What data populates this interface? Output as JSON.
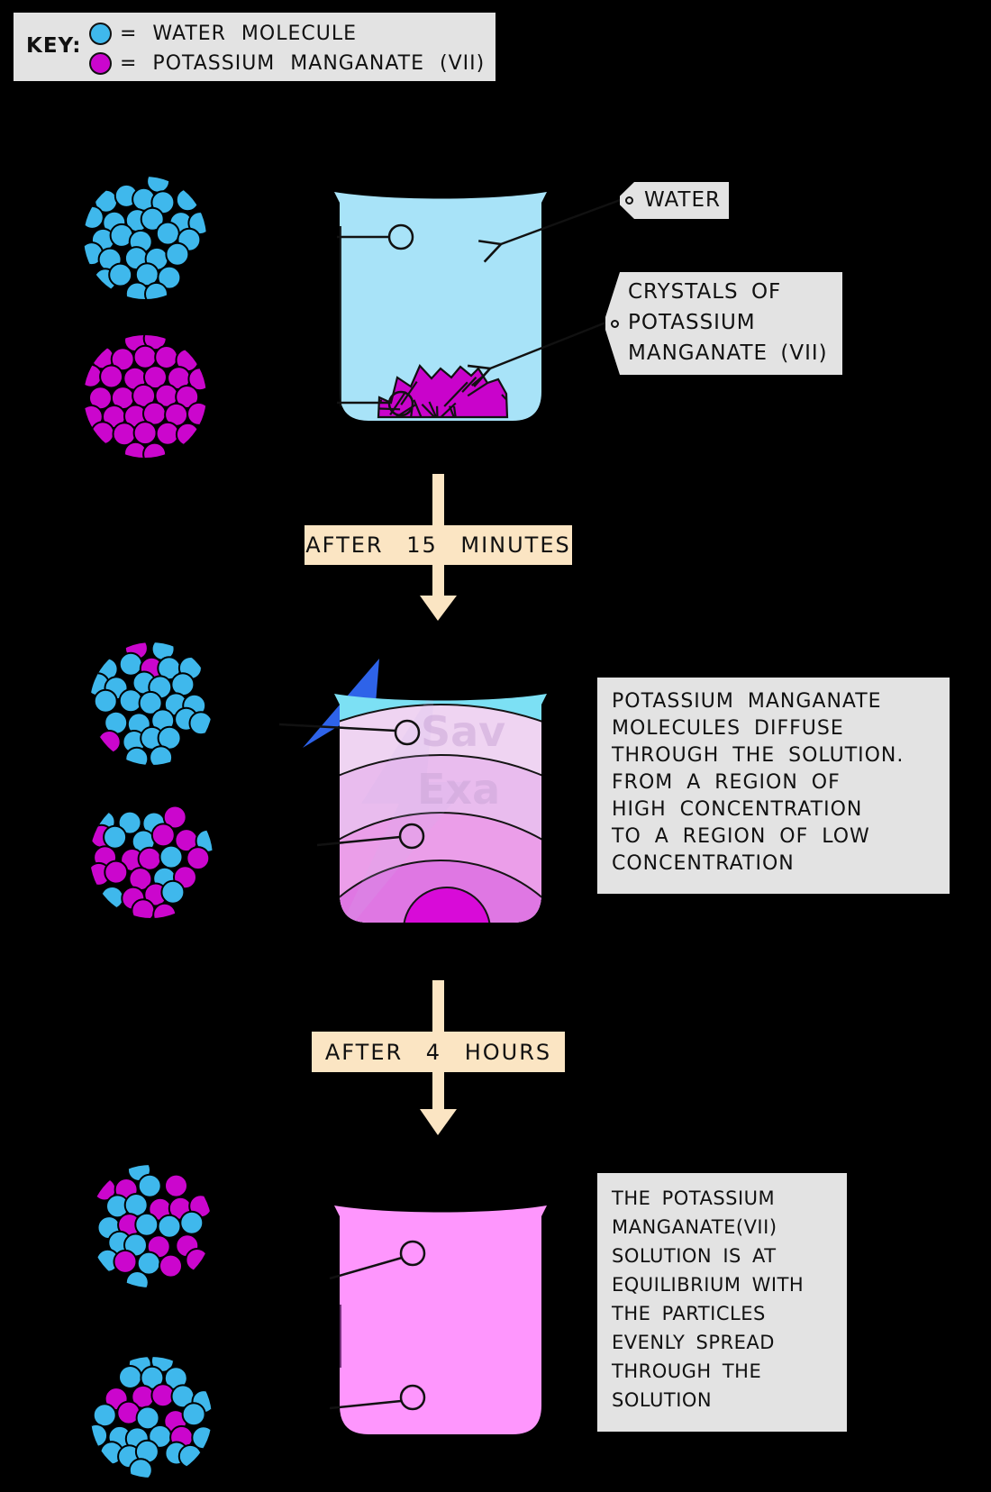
{
  "key": {
    "title": "KEY:",
    "items": [
      {
        "name": "water-molecule",
        "label": "= WATER MOLECULE"
      },
      {
        "name": "potassium-manganate",
        "label": "= POTASSIUM MANGANATE (VII)"
      }
    ]
  },
  "stage1": {
    "water_tag": "WATER",
    "crystals_tag": "CRYSTALS OF\nPOTASSIUM\nMANGANATE (VII)"
  },
  "steps": [
    {
      "label": "AFTER 15 MINUTES"
    },
    {
      "label": "AFTER 4 HOURS"
    }
  ],
  "stage2": {
    "description": "POTASSIUM MANGANATE\nMOLECULES DIFFUSE\nTHROUGH THE SOLUTION.\nFROM A REGION OF\nHIGH CONCENTRATION\nTO A REGION OF LOW\nCONCENTRATION",
    "watermark_line1": "Sav",
    "watermark_line2": "Exa"
  },
  "stage3": {
    "description": "THE POTASSIUM\nMANGANATE(VII)\nSOLUTION IS AT\nEQUILIBRIUM WITH\nTHE PARTICLES\nEVENLY SPREAD\nTHROUGH THE\nSOLUTION"
  },
  "colors": {
    "background": "#000000",
    "panel_gray": "#E3E3E3",
    "ink": "#111111",
    "water_molecule": "#3FB8EC",
    "manganate": "#CB06CD",
    "water_fill": "#A8E3F8",
    "beaker2_surface": "#7CE0F4",
    "diffusion_bands": [
      "#EFD4F2",
      "#E9BCEE",
      "#EB9EE9",
      "#DF77E3",
      "#D80BD8"
    ],
    "crystal": "#C903CB",
    "solution_pink": "#FE96FD",
    "step_peach": "#FBE5C3",
    "bolt_blue": "#2E63E9"
  },
  "molecule_circles": [
    {
      "name": "pure-water",
      "magenta_fraction": 0,
      "seed": 7,
      "jitter": 5
    },
    {
      "name": "pure-manganate",
      "magenta_fraction": 1,
      "seed": 13,
      "jitter": 2
    },
    {
      "name": "water-few-manganate",
      "magenta_fraction": 0.13,
      "seed": 29,
      "jitter": 5
    },
    {
      "name": "manganate-water-mix",
      "magenta_fraction": 0.5,
      "seed": 43,
      "jitter": 5
    },
    {
      "name": "even-mix-upper",
      "magenta_fraction": 0.45,
      "seed": 57,
      "jitter": 5
    },
    {
      "name": "even-mix-lower",
      "magenta_fraction": 0.45,
      "seed": 71,
      "jitter": 5
    }
  ]
}
